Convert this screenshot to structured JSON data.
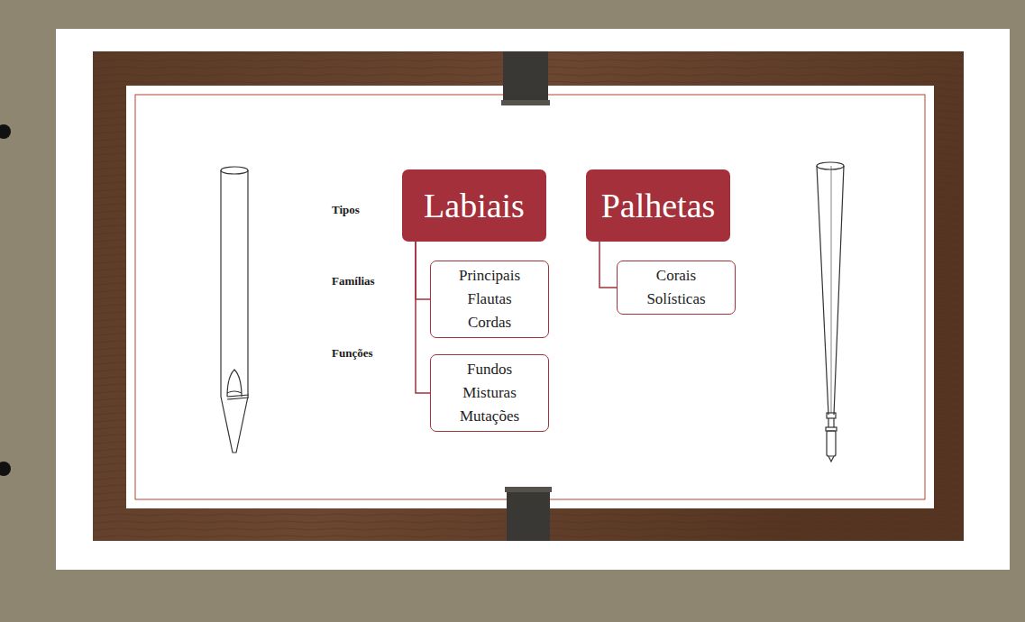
{
  "diagram": {
    "nodes": [
      {
        "text": [
          "Labiais"
        ]
      },
      {
        "text": [
          "Palhetas"
        ]
      },
      {
        "text": [
          "Principais",
          "Flautas",
          "Cordas"
        ]
      },
      {
        "text": [
          "Fundos",
          "Misturas",
          "Mutações"
        ]
      },
      {
        "text": [
          "Corais",
          "Solísticas"
        ]
      }
    ],
    "edges": [
      {
        "from": 0,
        "to": 2,
        "arrow": "none"
      },
      {
        "from": 0,
        "to": 3,
        "arrow": "none"
      },
      {
        "from": 1,
        "to": 4,
        "arrow": "none"
      }
    ],
    "labels": [
      "Tipos",
      "Famílias",
      "Funções"
    ]
  }
}
